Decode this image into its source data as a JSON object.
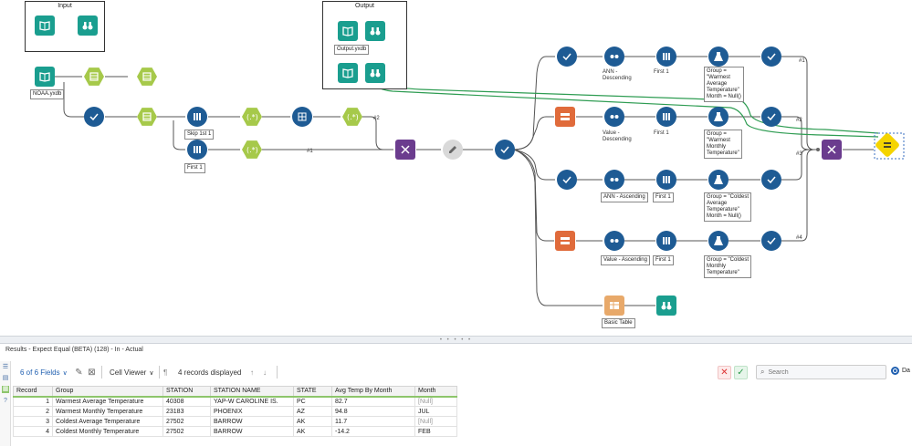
{
  "containers": [
    {
      "id": "input",
      "title": "Input"
    },
    {
      "id": "output",
      "title": "Output"
    }
  ],
  "tool_labels": {
    "noaa": "NOAA.yxdb",
    "output_yxdb": "Output.yxdb",
    "skip1": "Skip 1st 1",
    "first1_a": "First 1",
    "ann_desc": "ANN -\nDescending",
    "first1_b": "First 1",
    "group_warm_avg": "Group =\n\"Warmest\nAverage\nTemperature\"\nMonth = Null()",
    "val_desc": "Value -\nDescending",
    "first1_c": "First 1",
    "group_warm_month": "Group =\n\"Warmest\nMonthly\nTemperature\"",
    "ann_asc": "ANN - Ascending",
    "first1_d": "First 1",
    "group_cold_avg": "Group = \"Coldest\nAverage\nTemperature\"\nMonth = Null()",
    "val_asc": "Value - Ascending",
    "first1_e": "First 1",
    "group_cold_month": "Group = \"Coldest\nMonthly\nTemperature\"",
    "basic_table": "Basic Table"
  },
  "wire_labels": {
    "w1": "#1",
    "w2": "#2",
    "w_r1": "#1",
    "w_r2": "#2",
    "w_r3": "#3",
    "w_r4": "#4"
  },
  "results": {
    "title": "Results - Expect Equal (BETA) (128) - In - Actual",
    "fields": "6 of 6 Fields",
    "viewer": "Cell Viewer",
    "records_displayed": "4 records displayed",
    "search_placeholder": "Search",
    "radio_label": "Da"
  },
  "table": {
    "columns": [
      "Record",
      "Group",
      "STATION",
      "STATION NAME",
      "STATE",
      "Avg Temp By Month",
      "Month"
    ],
    "rows": [
      [
        "1",
        "Warmest Average Temperature",
        "40308",
        "YAP-W CAROLINE IS.",
        "PC",
        "82.7",
        "[Null]"
      ],
      [
        "2",
        "Warmest Monthly Temperature",
        "23183",
        "PHOENIX",
        "AZ",
        "94.8",
        "JUL"
      ],
      [
        "3",
        "Coldest Average Temperature",
        "27502",
        "BARROW",
        "AK",
        "11.7",
        "[Null]"
      ],
      [
        "4",
        "Coldest Monthly Temperature",
        "27502",
        "BARROW",
        "AK",
        "-14.2",
        "FEB"
      ]
    ]
  },
  "colors": {
    "teal": "#1a9e8f",
    "blue": "#1e5b94",
    "lime": "#a6c94a",
    "purple": "#6b3c8e",
    "orange": "#e06b3b",
    "yellow": "#f5d400",
    "wire": "#555555",
    "wire_green": "#2e9c52",
    "accent": "#1f5fb0"
  }
}
